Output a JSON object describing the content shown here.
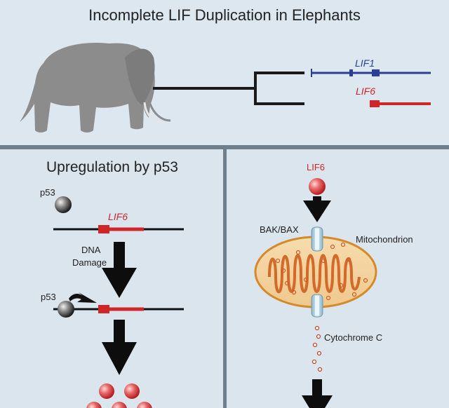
{
  "title": "Incomplete LIF Duplication in Elephants",
  "genes": {
    "lif1": "LIF1",
    "lif6": "LIF6"
  },
  "left_panel": {
    "title": "Upregulation by p53",
    "p53_label_top": "p53",
    "lif6_label": "LIF6",
    "dna_damage": [
      "DNA",
      "Damage"
    ],
    "p53_label_bottom": "p53"
  },
  "right_panel": {
    "lif6_label": "LIF6",
    "bak_bax": "BAK/BAX",
    "mitochondrion": "Mitochondrion",
    "cytochrome": "Cytochrome C"
  },
  "colors": {
    "blue_gene": "#2a3f9a",
    "red_gene": "#d0262a",
    "background": "#dde7f0",
    "divider": "#6f7f8c"
  }
}
